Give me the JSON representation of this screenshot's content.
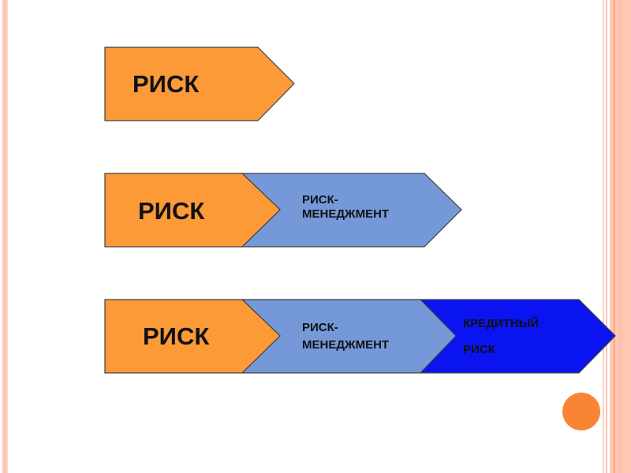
{
  "slide": {
    "rows": [
      {
        "steps": [
          {
            "lines": [
              "РИСК"
            ],
            "color": "#fd9a38"
          }
        ]
      },
      {
        "steps": [
          {
            "lines": [
              "РИСК"
            ],
            "color": "#fd9a38"
          },
          {
            "lines": [
              "РИСК-",
              "МЕНЕДЖМЕНТ"
            ],
            "color": "#7598d8"
          }
        ]
      },
      {
        "steps": [
          {
            "lines": [
              "РИСК"
            ],
            "color": "#fd9a38"
          },
          {
            "lines": [
              "РИСК-",
              "МЕНЕДЖМЕНТ"
            ],
            "color": "#7598d8"
          },
          {
            "lines": [
              "КРЕДИТНЫЙ",
              "РИСК"
            ],
            "color": "#0a14f0"
          }
        ]
      }
    ],
    "theme": {
      "border_color": "#fcc4b2",
      "accent_circle": "#f98534",
      "outline": "#404040"
    }
  }
}
